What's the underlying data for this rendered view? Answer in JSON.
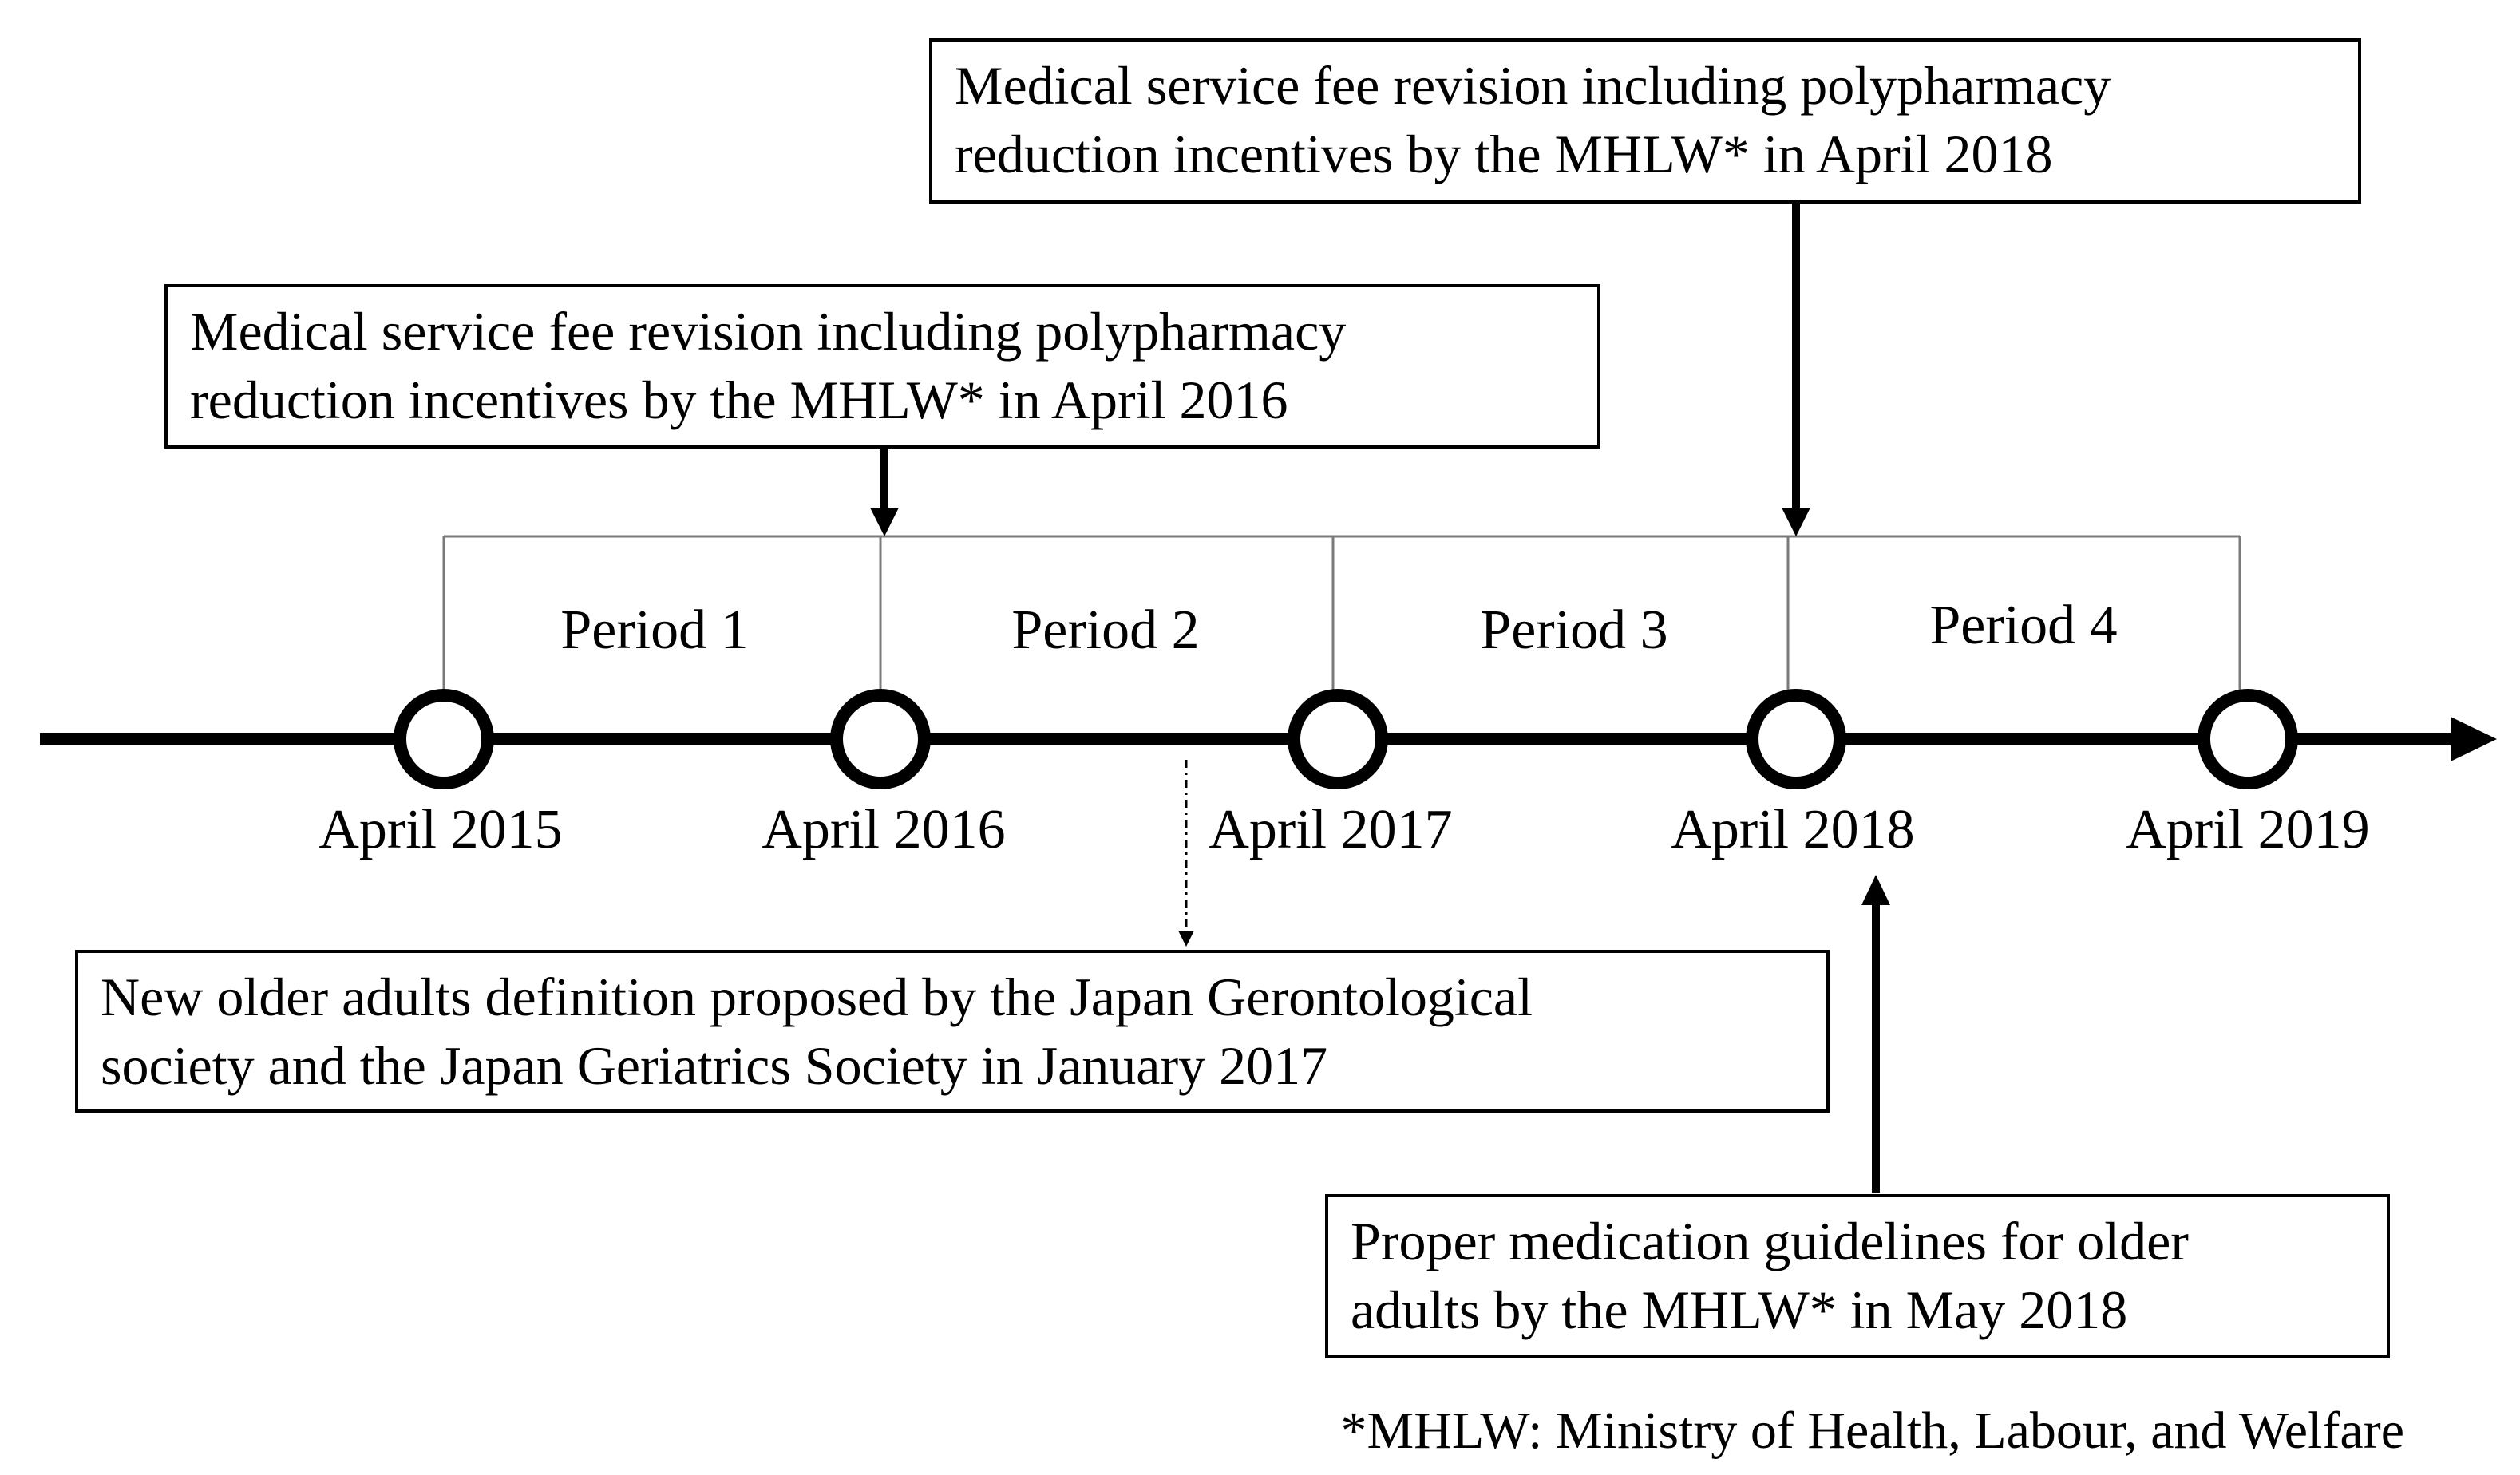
{
  "timeline": {
    "dates": [
      {
        "label": "April 2015"
      },
      {
        "label": "April 2016"
      },
      {
        "label": "April 2017"
      },
      {
        "label": "April 2018"
      },
      {
        "label": "April 2019"
      }
    ],
    "periods": [
      {
        "label": "Period 1"
      },
      {
        "label": "Period 2"
      },
      {
        "label": "Period 3"
      },
      {
        "label": "Period 4"
      }
    ]
  },
  "events": {
    "revision_2016": {
      "line1": "Medical service fee revision including polypharmacy",
      "line2": "reduction incentives by the MHLW* in April 2016"
    },
    "revision_2018": {
      "line1": "Medical service fee revision including polypharmacy",
      "line2": "reduction incentives by the MHLW* in April 2018"
    },
    "older_adults_definition": {
      "line1": "New older adults definition proposed by the Japan Gerontological",
      "line2": "society and the Japan Geriatrics Society in January 2017"
    },
    "medication_guidelines": {
      "line1": "Proper medication guidelines for older",
      "line2": "adults by the MHLW* in May 2018"
    }
  },
  "footnote": "*MHLW: Ministry of Health, Labour, and Welfare"
}
